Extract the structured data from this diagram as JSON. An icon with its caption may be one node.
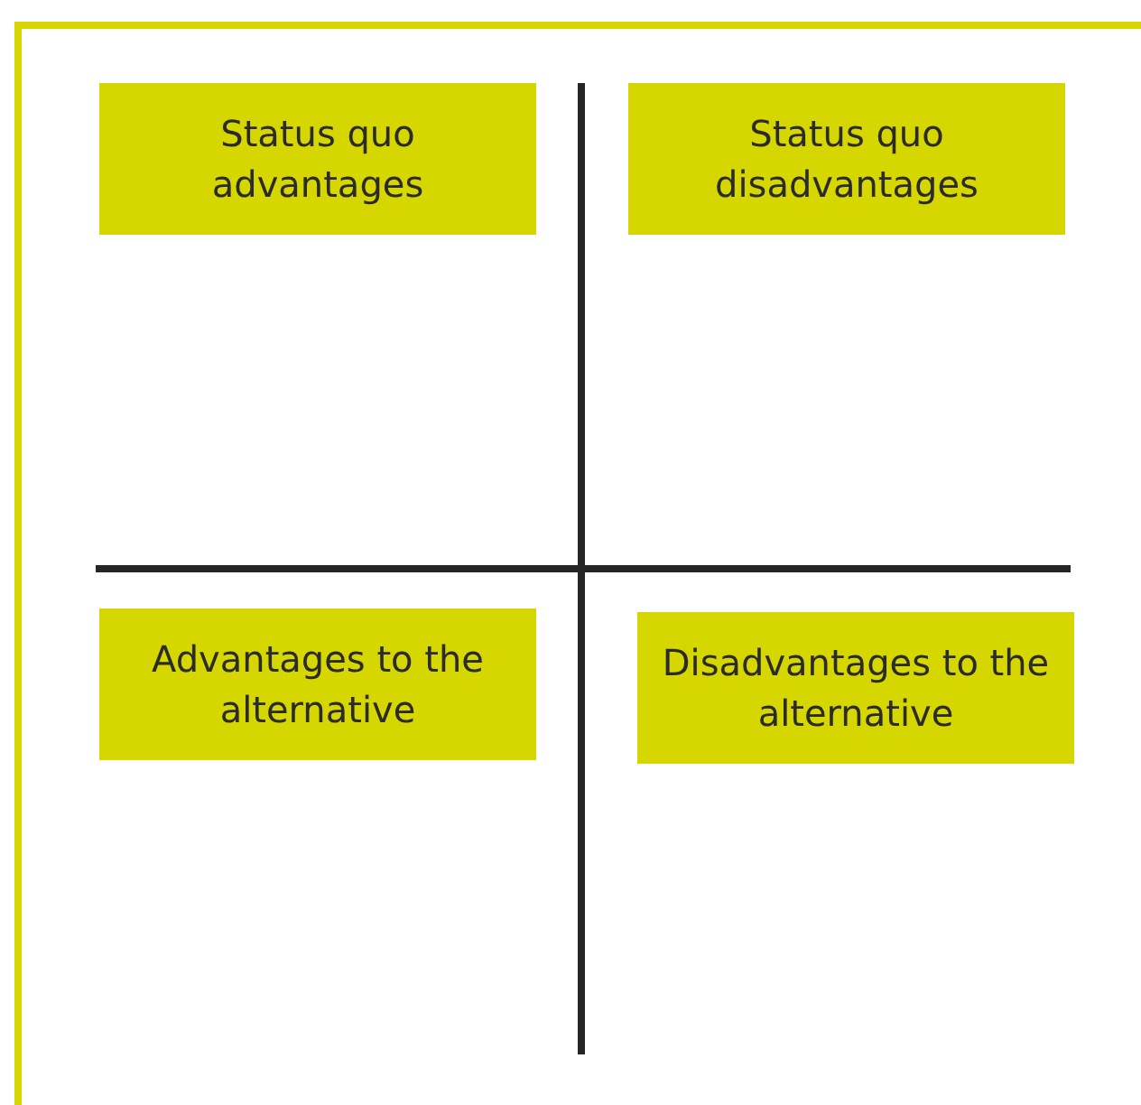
{
  "diagram": {
    "nodes": [
      {
        "text": [
          "Status quo advantages"
        ]
      },
      {
        "text": [
          "Status quo disadvantages"
        ]
      },
      {
        "text": [
          "Advantages to the alternative"
        ]
      },
      {
        "text": [
          "Disadvantages to the alternative"
        ]
      }
    ]
  }
}
